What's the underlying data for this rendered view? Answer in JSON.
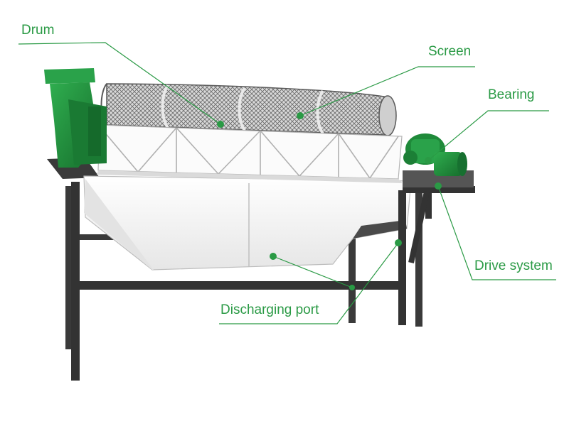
{
  "colors": {
    "accent": "#2a9a45",
    "machine_green": "#1e8a3a",
    "frame": "#3a3a3a",
    "hopper": "#f6f6f6"
  },
  "labels": {
    "drum": "Drum",
    "screen": "Screen",
    "bearing": "Bearing",
    "drive_system": "Drive system",
    "discharging_port": "Discharging port"
  }
}
